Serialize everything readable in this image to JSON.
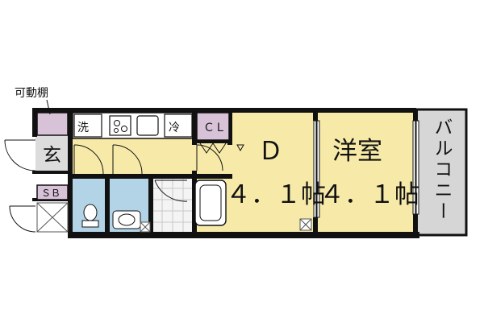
{
  "labels": {
    "movable_shelf": "可動棚",
    "entrance": "玄",
    "shoe_box": "ＳＢ",
    "washer": "洗",
    "fridge": "冷",
    "closet": "ＣＬ",
    "dining": "Ｄ",
    "dining_size": "４．１帖",
    "western_room": "洋室",
    "western_size": "４．１帖",
    "balcony": "バルコニー"
  },
  "colors": {
    "wall": "#111111",
    "floor_wood": "#f7eaa8",
    "wet_area": "#b2d4e6",
    "storage": "#d8c2d8",
    "balcony": "#d6d6d6",
    "hatch": "#555555"
  }
}
